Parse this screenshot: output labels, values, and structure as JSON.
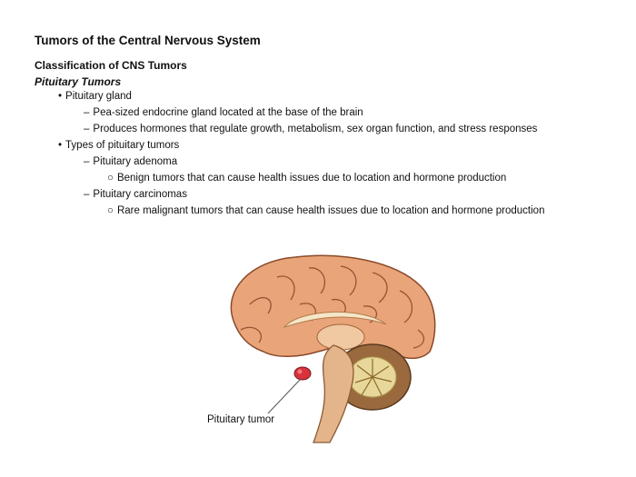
{
  "slide": {
    "title": "Tumors of the Central Nervous System",
    "section": "Classification of CNS Tumors",
    "subsection": "Pituitary Tumors"
  },
  "outline": [
    {
      "level": 1,
      "marker": "•",
      "text": "Pituitary gland"
    },
    {
      "level": 2,
      "marker": "–",
      "text": "Pea-sized endocrine gland located at the base of the brain"
    },
    {
      "level": 2,
      "marker": "–",
      "text": "Produces hormones that regulate growth, metabolism, sex organ function, and stress responses"
    },
    {
      "level": 1,
      "marker": "•",
      "text": "Types of pituitary tumors"
    },
    {
      "level": 2,
      "marker": "–",
      "text": "Pituitary adenoma"
    },
    {
      "level": 3,
      "marker": "○",
      "text": "Benign tumors that can cause health issues due to location and hormone production"
    },
    {
      "level": 2,
      "marker": "–",
      "text": "Pituitary carcinomas"
    },
    {
      "level": 3,
      "marker": "○",
      "text": "Rare malignant tumors that can cause health issues due to location and hormone production"
    }
  ],
  "figure": {
    "label": "Pituitary tumor",
    "colors": {
      "cortex": "#e9a47a",
      "cortex_outline": "#8a4a2a",
      "cerebellum": "#9a6a3e",
      "cerebellum_core": "#e8d79a",
      "brainstem": "#e4b48a",
      "corpus_callosum": "#f6e6c8",
      "tumor": "#d8323c"
    }
  }
}
